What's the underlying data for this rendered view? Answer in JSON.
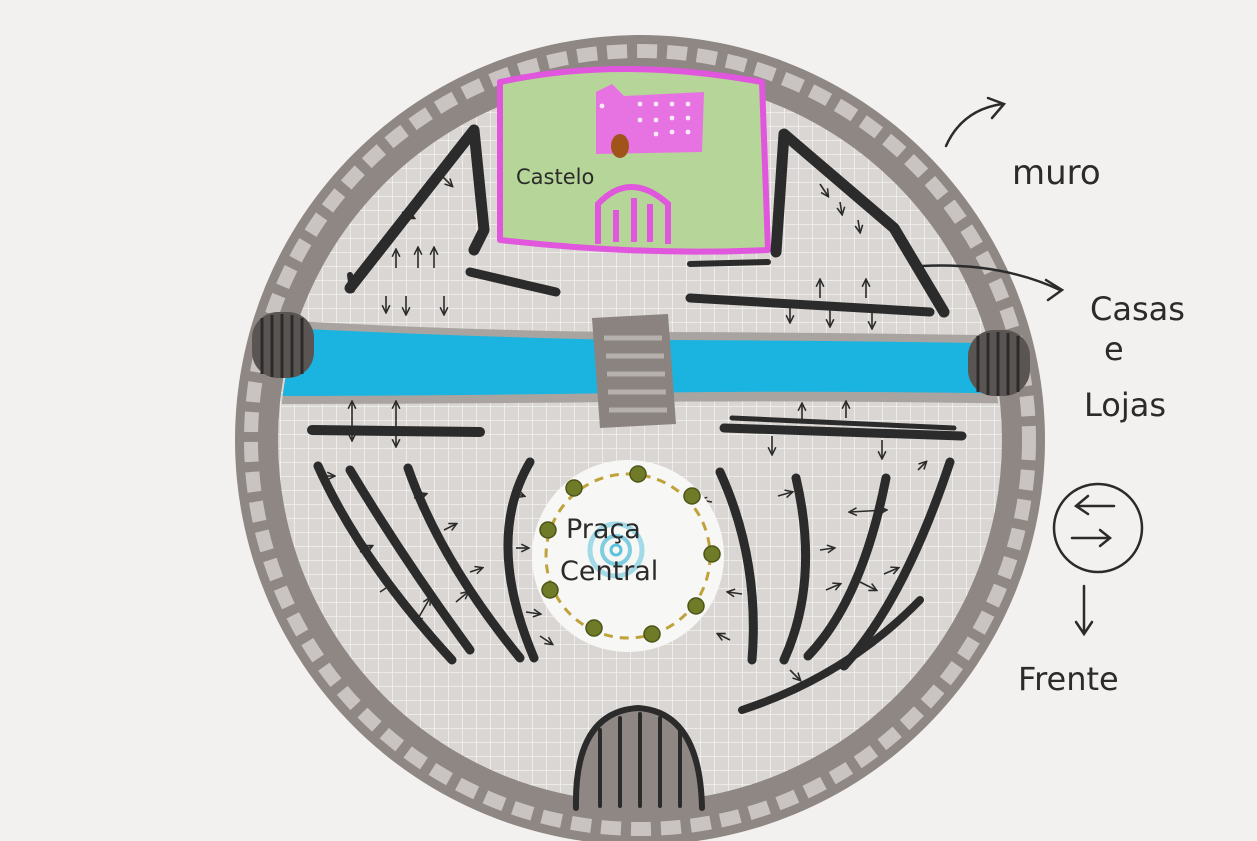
{
  "labels": {
    "castle": "Castelo",
    "plaza_line1": "Praça",
    "plaza_line2": "Central",
    "wall": "muro",
    "houses_line1": "Casas",
    "houses_line2": "e",
    "houses_line3": "Lojas",
    "front": "Frente"
  },
  "colors": {
    "wall_outer": "#8e8784",
    "wall_stone": "#c9c4c1",
    "ground": "#d9d6d3",
    "grid": "#f4f2f0",
    "river": "#1bb4e0",
    "castle_ground": "#b6d598",
    "castle_border": "#e056dc",
    "castle_building": "#e773e3",
    "castle_door": "#a0541a",
    "plaza": "#f7f7f5",
    "plaza_ring": "#bfa23a",
    "plaza_trees": "#6f7b26",
    "fountain": "#5fc2dc",
    "ink": "#2b2b2b",
    "bridge": "#8a8380"
  },
  "icons": {
    "compass": "rotation-compass-icon",
    "arrow_down": "arrow-down-icon",
    "pointer_arrow": "curved-arrow-icon"
  }
}
